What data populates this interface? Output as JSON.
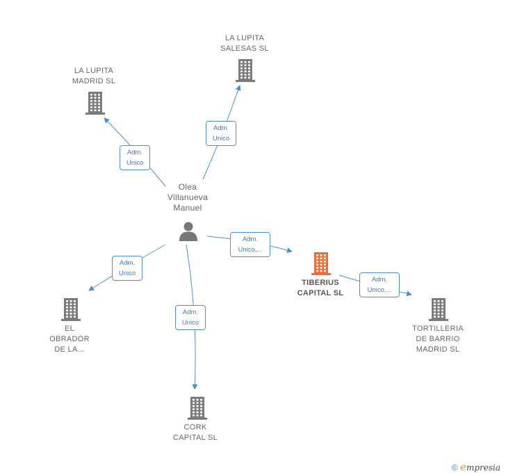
{
  "nodes": {
    "person": {
      "name": "Olea\nVillanueva\nManuel"
    },
    "lupita_madrid": {
      "name": "LA LUPITA\nMADRID SL"
    },
    "lupita_salesas": {
      "name": "LA LUPITA\nSALESAS  SL"
    },
    "tiberius": {
      "name": "TIBERIUS\nCAPITAL  SL",
      "color": "#f26a35"
    },
    "tortilleria": {
      "name": "TORTILLERIA\nDE BARRIO\nMADRID  SL"
    },
    "obrador": {
      "name": "EL\nOBRADOR\nDE LA..."
    },
    "cork": {
      "name": "CORK\nCAPITAL  SL"
    }
  },
  "relations": {
    "to_lupita_madrid": "Adm.\nUnico",
    "to_lupita_salesas": "Adm.\nUnico",
    "to_tiberius": "Adm.\nUnico,...",
    "tiberius_to_tortilleria": "Adm.\nUnico,...",
    "to_obrador": "Adm.\nUnico",
    "to_cork": "Adm.\nUnico"
  },
  "colors": {
    "edge": "#4a8fd6",
    "building": "#7a7a7a",
    "highlight": "#f26a35"
  },
  "footer": {
    "copyright": "©",
    "brand_initial": "e",
    "brand_rest": "mpresia"
  }
}
